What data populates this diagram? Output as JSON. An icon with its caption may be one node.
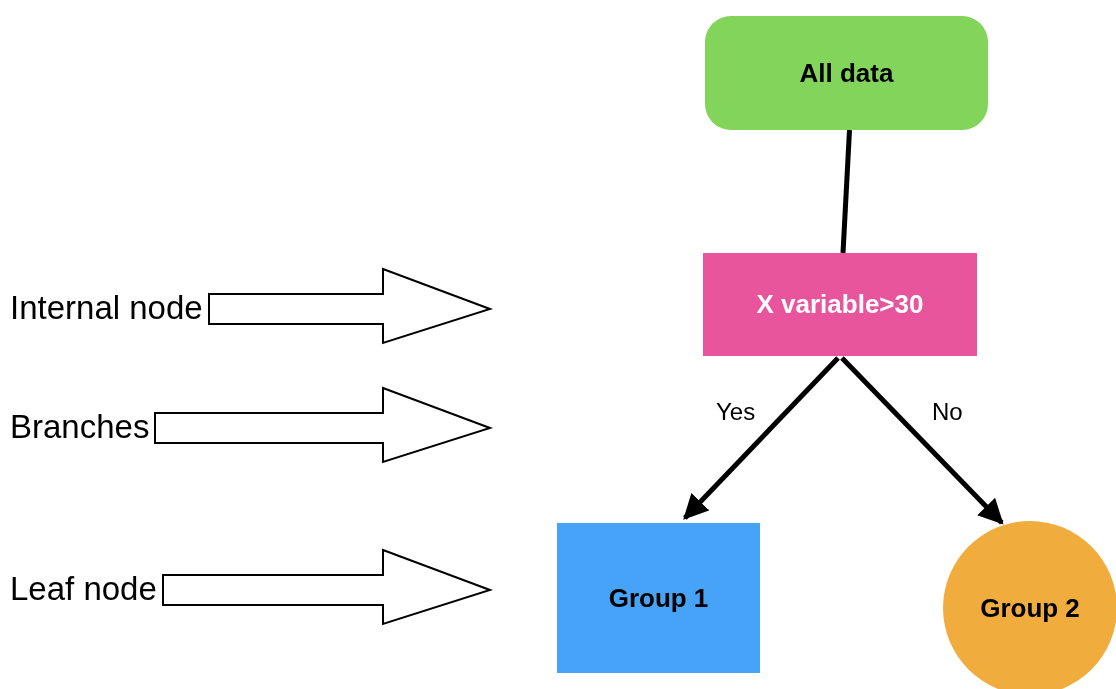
{
  "diagram": {
    "nodes": [
      {
        "text": [
          "All data"
        ]
      },
      {
        "text": [
          "X variable>30"
        ]
      },
      {
        "text": [
          "Group 1"
        ]
      },
      {
        "text": [
          "Group 2"
        ]
      },
      {
        "text": [
          "Internal node"
        ]
      },
      {
        "text": [
          "Branches"
        ]
      },
      {
        "text": [
          "Leaf node"
        ]
      }
    ],
    "edges": [
      {
        "from": 0,
        "to": 1,
        "arrow": "none"
      },
      {
        "from": 1,
        "to": 2,
        "arrow": "to",
        "label": "Yes"
      },
      {
        "from": 1,
        "to": 3,
        "arrow": "to",
        "label": "No"
      },
      {
        "from": 4,
        "to": null,
        "arrow": "to"
      },
      {
        "from": 5,
        "to": null,
        "arrow": "to"
      },
      {
        "from": 6,
        "to": null,
        "arrow": "to"
      }
    ]
  }
}
